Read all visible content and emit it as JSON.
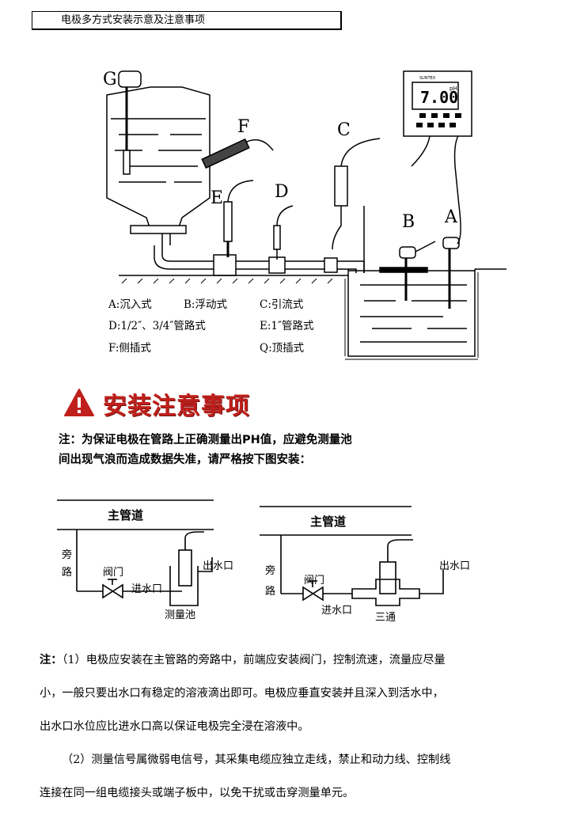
{
  "header": {
    "title": "电极多方式安装示意及注意事项"
  },
  "figure1": {
    "letters": {
      "g": "G",
      "f": "F",
      "c": "C",
      "d": "D",
      "e": "E",
      "b": "B",
      "a": "A"
    },
    "meter_brand": "SUNTEX",
    "meter_reading": "7.00",
    "meter_unit": "pH",
    "legend": {
      "a": "A:沉入式",
      "b": "B:浮动式",
      "c": "C:引流式",
      "d": "D:1/2″、3/4″管路式",
      "e": "E:1″管路式",
      "f": "F:侧插式",
      "q": "Q:顶插式"
    }
  },
  "warning": {
    "title": "安装注意事项",
    "icon": "warning-triangle-icon",
    "color": "#c0201c"
  },
  "note1": {
    "line1": "注：为保证电极在管路上正确测量出PH值，应避免测量池",
    "line2": "间出现气浪而造成数据失准，请严格按下图安装："
  },
  "diagram_left": {
    "main_pipe": "主管道",
    "bypass_1": "旁",
    "bypass_2": "路",
    "valve": "阀门",
    "inlet": "进水口",
    "outlet": "出水口",
    "cell": "测量池"
  },
  "diagram_right": {
    "main_pipe": "主管道",
    "bypass_1": "旁",
    "bypass_2": "路",
    "valve": "阀门",
    "inlet": "进水口",
    "outlet": "出水口",
    "tee": "三通"
  },
  "notes": {
    "label": "注：",
    "p1_l1": "（1）电极应安装在主管路的旁路中，前端应安装阀门，控制流速，流量应尽量",
    "p1_l2": "小，一般只要出水口有稳定的溶液滴出即可。电极应垂直安装并且深入到活水中，",
    "p1_l3": "出水口水位应比进水口高以保证电极完全浸在溶液中。",
    "p2_l1": "（2）测量信号属微弱电信号，其采集电缆应独立走线，禁止和动力线、控制线",
    "p2_l2": "连接在同一组电缆接头或端子板中，以免干扰或击穿测量单元。"
  }
}
